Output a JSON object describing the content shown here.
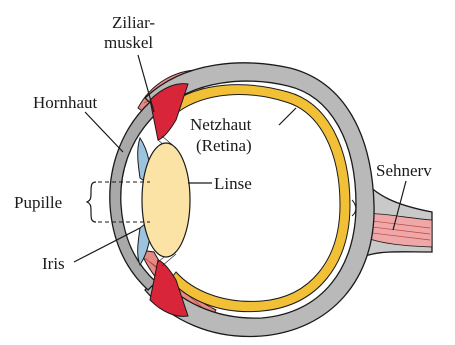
{
  "labels": {
    "ziliarmuskel_line1": "Ziliar-",
    "ziliarmuskel_line2": "muskel",
    "hornhaut": "Hornhaut",
    "netzhaut_line1": "Netzhaut",
    "netzhaut_line2": "(Retina)",
    "sehnerv": "Sehnerv",
    "linse": "Linse",
    "pupille": "Pupille",
    "iris": "Iris"
  },
  "colors": {
    "sclera": "#b9b9b9",
    "retina": "#f2c037",
    "ciliary_muscle": "#d9253a",
    "lens": "#fbe3a6",
    "iris": "#9cc4de",
    "cornea_gray": "#a9a9a9",
    "extraocular_muscle": "#e58a82",
    "optic_nerve": "#c9c9c9",
    "outline": "#1a1a1a"
  }
}
